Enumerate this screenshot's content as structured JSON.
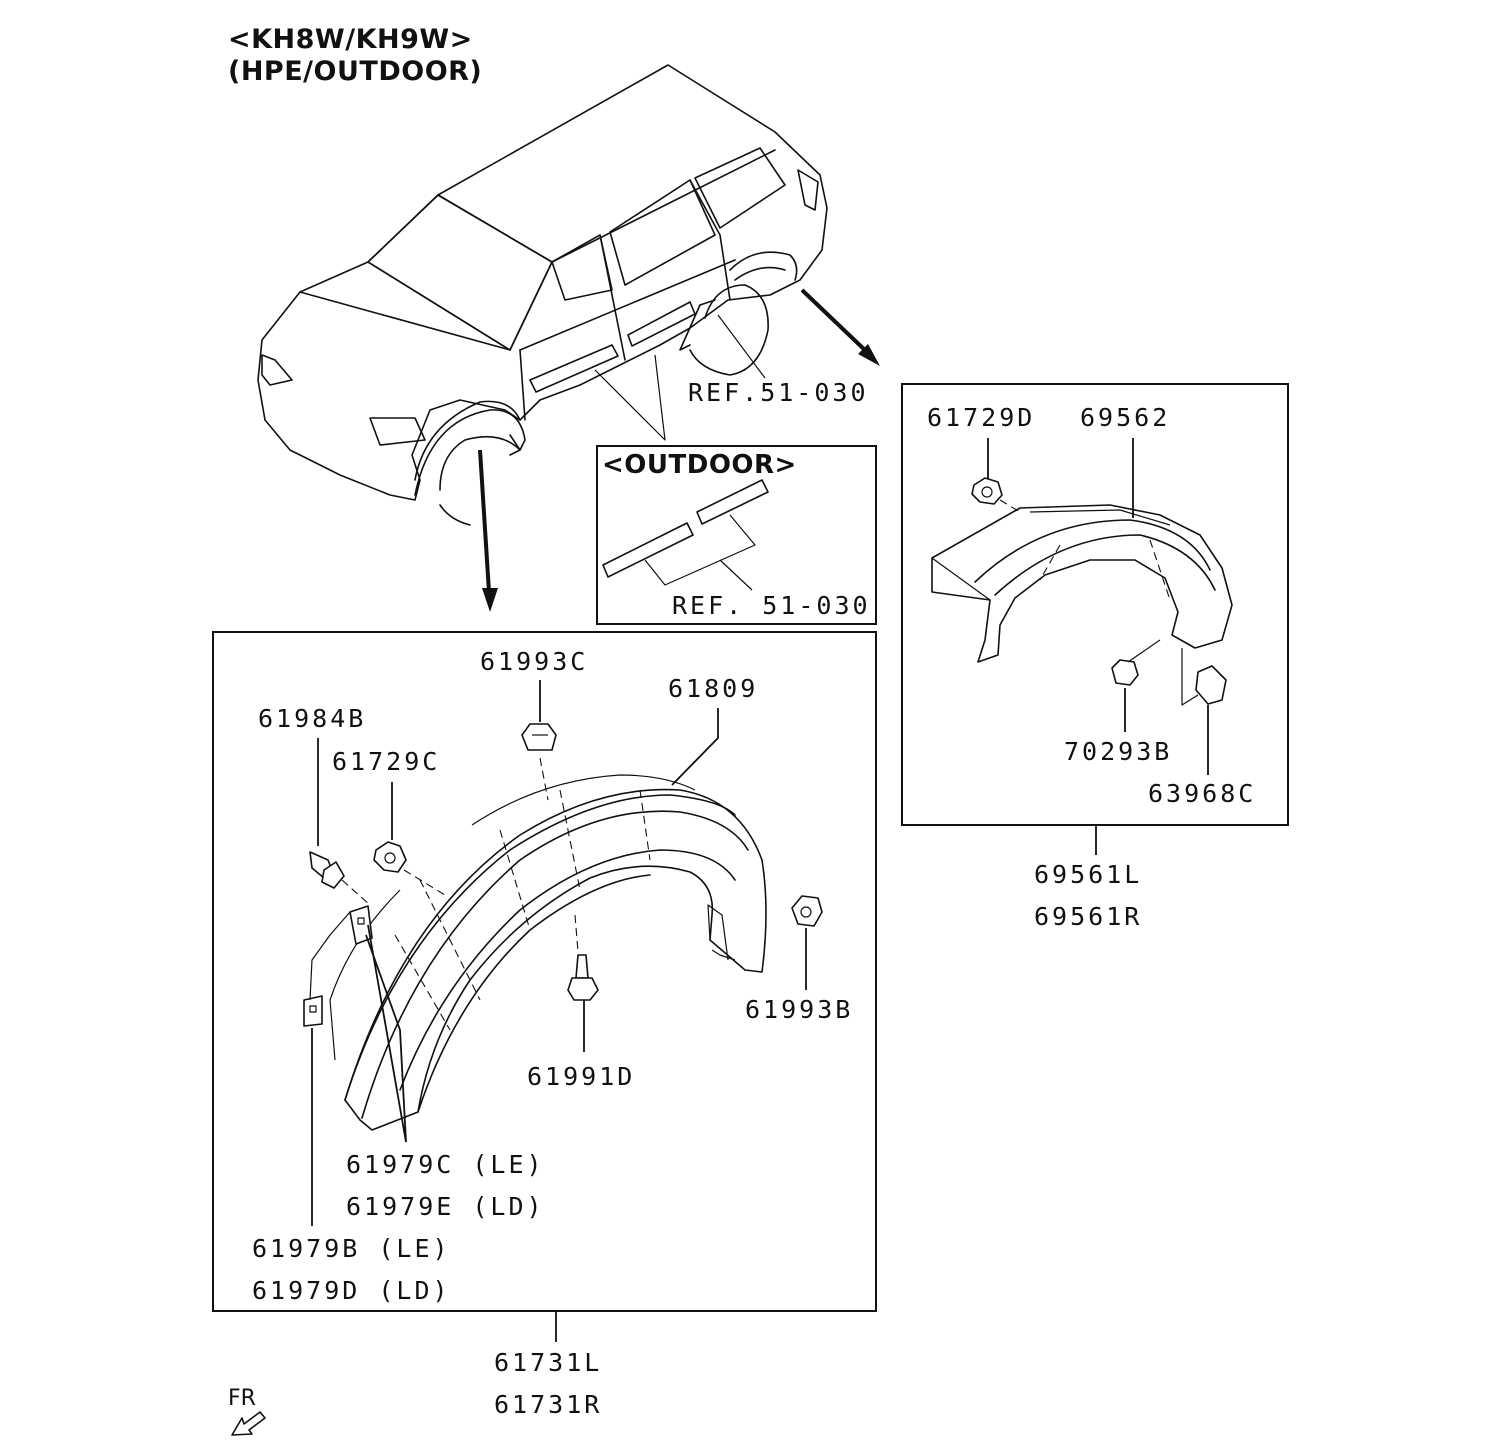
{
  "header": {
    "model": "<KH8W/KH9W>",
    "variant": "(HPE/OUTDOOR)"
  },
  "references": {
    "vehicle_ref": "REF.51-030",
    "outdoor_title": "<OUTDOOR>",
    "outdoor_ref": "REF. 51-030"
  },
  "rear_box": {
    "parts": {
      "clip_top": "61729D",
      "molding": "69562",
      "screw": "70293B",
      "nut": "63968C"
    },
    "assembly": [
      "69561L",
      "69561R"
    ]
  },
  "front_box": {
    "parts": {
      "clip_top": "61993C",
      "molding": "61809",
      "pin": "61984B",
      "clip_left": "61729C",
      "clip_right": "61993B",
      "screw": "61991D",
      "bracket_upper": [
        "61979C (LE)",
        "61979E (LD)"
      ],
      "bracket_lower": [
        "61979B (LE)",
        "61979D (LD)"
      ]
    },
    "assembly": [
      "61731L",
      "61731R"
    ]
  },
  "orientation": {
    "label": "FR"
  }
}
